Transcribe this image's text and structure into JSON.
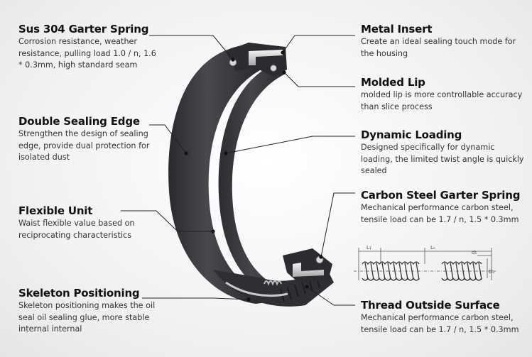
{
  "callouts": {
    "sus304": {
      "title": "Sus 304 Garter Spring",
      "body": "Corrosion resistance, weather resistance, pulling load 1.0 / n, 1.6 * 0.3mm, high standard seam"
    },
    "double_edge": {
      "title": "Double Sealing Edge",
      "body": "Strengthen the design of sealing edge, provide dual protection for isolated dust"
    },
    "flexible": {
      "title": "Flexible Unit",
      "body": "Waist flexible value based on reciprocating characteristics"
    },
    "skeleton": {
      "title": "Skeleton Positioning",
      "body": "Skeleton positioning makes the oil seal oil sealing glue, more stable internal internal"
    },
    "metal_insert": {
      "title": "Metal Insert",
      "body": "Create an ideal sealing touch mode for the housing"
    },
    "molded_lip": {
      "title": "Molded Lip",
      "body": "molded lip is more controllable accuracy than slice process"
    },
    "dynamic": {
      "title": "Dynamic Loading",
      "body": "Designed specifically for dynamic loading, the limited twist angle is quickly sealed"
    },
    "carbon": {
      "title": "Carbon Steel Garter Spring",
      "body": "Mechanical performance carbon steel, tensile load can be 1.7 / n, 1.5 * 0.3mm"
    },
    "thread": {
      "title": "Thread Outside Surface",
      "body": "Mechanical performance carbon steel, tensile load can be 1.7 / n, 1.5 * 0.3mm"
    }
  },
  "drawing": {
    "dim_l1": "L₁",
    "dim_ln": "Lₙ",
    "dim_d1": "d₁",
    "dim_d2": "D₂"
  },
  "colors": {
    "rubber": "#3a3a3d",
    "rubber_dark": "#26262a",
    "leader": "#222222",
    "dot": "#111111"
  }
}
